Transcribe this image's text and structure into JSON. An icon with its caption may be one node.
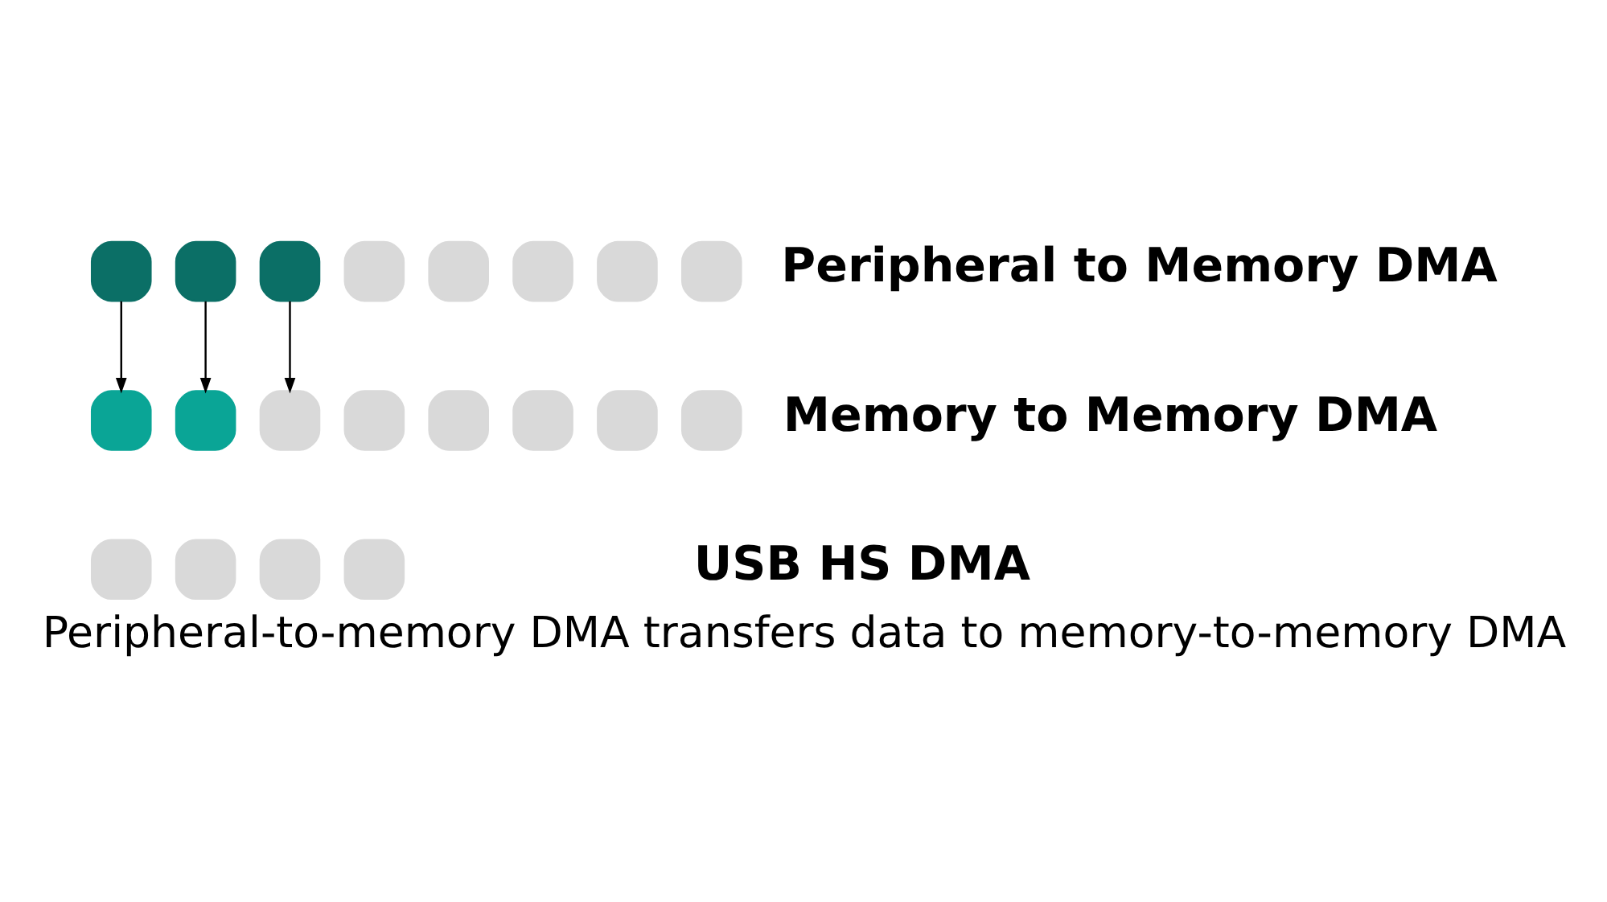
{
  "diagram": {
    "caption": "Peripheral-to-memory DMA transfers data to memory-to-memory DMA",
    "nodes": [
      {
        "text": [],
        "shape": "box"
      },
      {
        "text": [],
        "shape": "box"
      },
      {
        "text": [],
        "shape": "box"
      },
      {
        "text": [],
        "shape": "box"
      },
      {
        "text": [],
        "shape": "box"
      },
      {
        "text": [],
        "shape": "box"
      },
      {
        "text": [],
        "shape": "box"
      },
      {
        "text": [],
        "shape": "box"
      },
      {
        "text": [],
        "shape": "box"
      },
      {
        "text": [],
        "shape": "box"
      },
      {
        "text": [],
        "shape": "box"
      },
      {
        "text": [],
        "shape": "box"
      },
      {
        "text": [],
        "shape": "box"
      },
      {
        "text": [],
        "shape": "box"
      },
      {
        "text": [],
        "shape": "box"
      },
      {
        "text": [],
        "shape": "box"
      },
      {
        "text": [],
        "shape": "box"
      },
      {
        "text": [],
        "shape": "box"
      },
      {
        "text": [],
        "shape": "box"
      },
      {
        "text": [],
        "shape": "box"
      }
    ],
    "edges": [
      {
        "from": 0,
        "to": 8,
        "arrow": "to"
      },
      {
        "from": 1,
        "to": 9,
        "arrow": "to"
      },
      {
        "from": 2,
        "to": 10,
        "arrow": "to"
      }
    ],
    "labels": [
      "Peripheral to Memory DMA",
      "Memory to Memory DMA",
      "USB HS DMA"
    ]
  }
}
